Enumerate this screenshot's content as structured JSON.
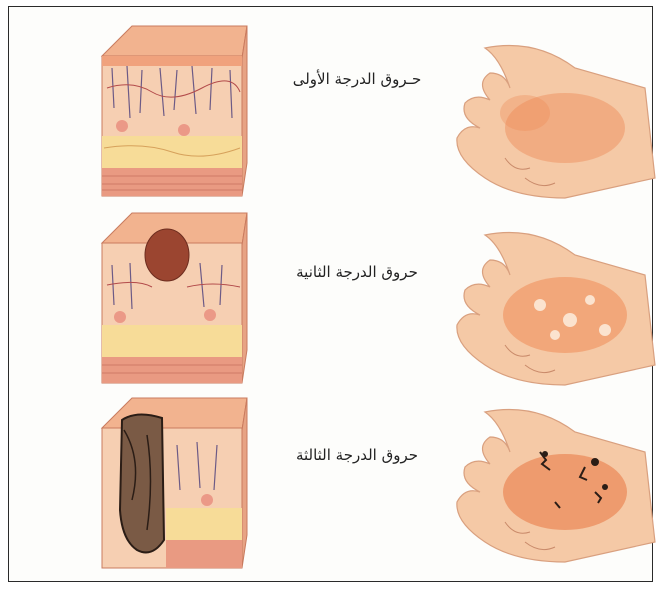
{
  "rows": [
    {
      "label": "حـروق الدرجة الأولى",
      "degree": 1
    },
    {
      "label": "حروق الدرجة الثانية",
      "degree": 2
    },
    {
      "label": "حروق الدرجة الثالثة",
      "degree": 3
    }
  ],
  "colors": {
    "skin_surface": "#f2b38f",
    "skin_side": "#f6cfb2",
    "fat_layer": "#f7dc98",
    "muscle": "#e99a82",
    "blister": "#9b4530",
    "char": "#2b1d16",
    "hand": "#f5c9a6",
    "burn_red": "#ee8a56",
    "frame": "#2a2a2a"
  }
}
